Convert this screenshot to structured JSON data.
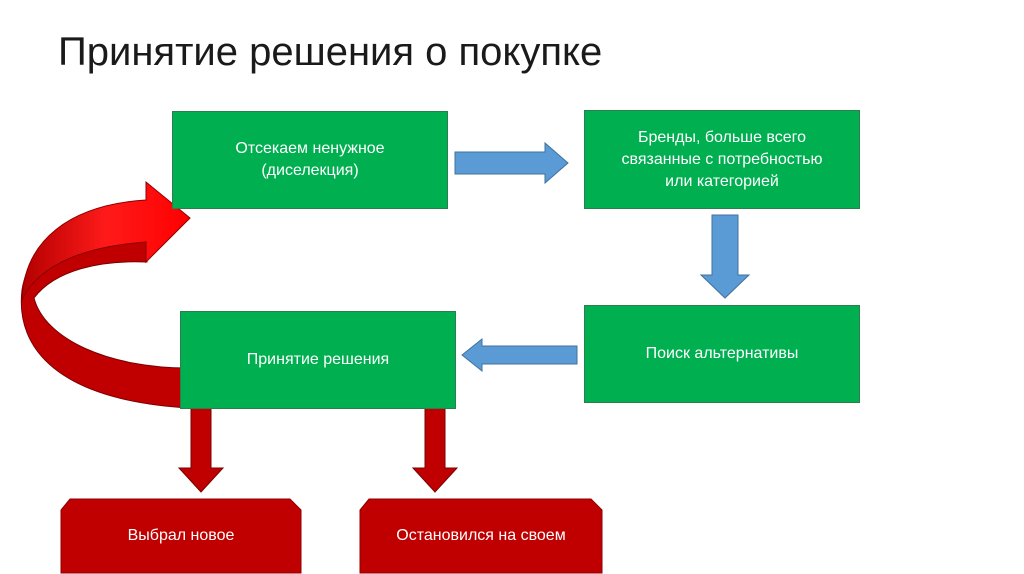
{
  "title": "Принятие решения о покупке",
  "nodes": {
    "filter": "Отсекаем ненужное\n(диселекция)",
    "brands": "Бренды, больше всего\nсвязанные с потребностью\nили категорией",
    "search": "Поиск альтернативы",
    "decision": "Принятие решения",
    "new_choice": "Выбрал новое",
    "stay": "Остановился на своем"
  },
  "colors": {
    "process_box": "#00b050",
    "outcome_box": "#c00000",
    "flow_arrow": "#5b9bd5",
    "outcome_arrow": "#c00000",
    "loop_arrow": "#ff0000"
  }
}
